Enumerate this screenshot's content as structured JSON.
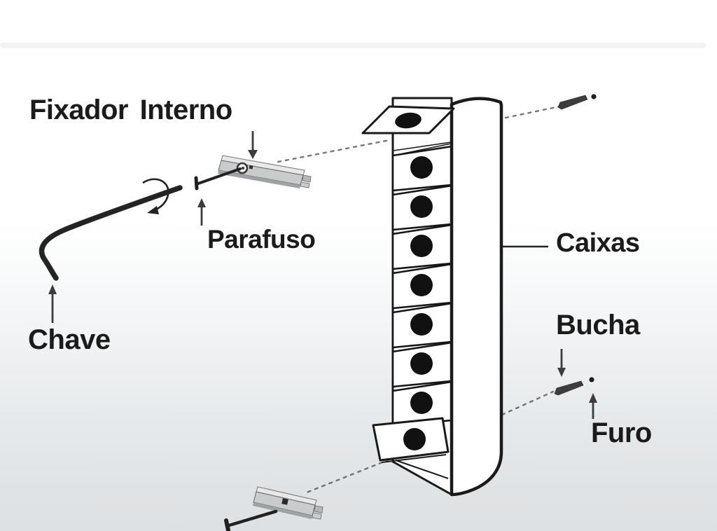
{
  "diagram": {
    "labels": {
      "fixador_interno": "Fixador Interno",
      "parafuso": "Parafuso",
      "chave": "Chave",
      "caixas": "Caixas",
      "bucha": "Bucha",
      "furo": "Furo"
    },
    "column": {
      "box_count": 7,
      "flap_count": 2,
      "top_flap": true,
      "bottom_flap": true
    },
    "colors": {
      "outline": "#1a1a1a",
      "label_text": "#1b1b1b",
      "bracket_gray": "#c9cccd",
      "bracket_highlight": "#e8e8e8",
      "bracket_shadow": "#9fa3a5",
      "anchor_dark": "#3d3d3d",
      "background_bottom": "#dee1e3"
    }
  }
}
